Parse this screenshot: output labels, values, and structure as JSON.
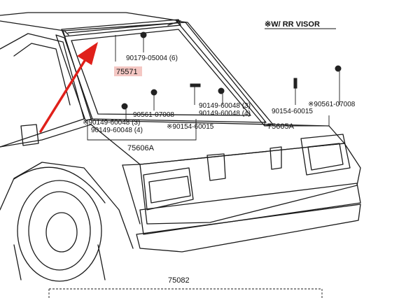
{
  "title": "※W/ RR VISOR",
  "parts": {
    "p90179": "90179-05004 (6)",
    "p75571": "75571",
    "p90561a": "90561-07008",
    "p90149a1": "※90149-60048 (3)",
    "p90149a2": "90149-60048 (4)",
    "p90154a": "※90154-60015",
    "p75606A": "75606A",
    "p90149b1": "90149-60048 (3)",
    "p90149b2": "90149-60048 (4)",
    "p90154b": "90154-60015",
    "p90561b": "※90561-07008",
    "p75605A": "75605A",
    "p75082": "75082"
  },
  "colors": {
    "arrow": "#e0201a",
    "line": "#1a1a1a",
    "highlight": "#f4c7c3"
  }
}
